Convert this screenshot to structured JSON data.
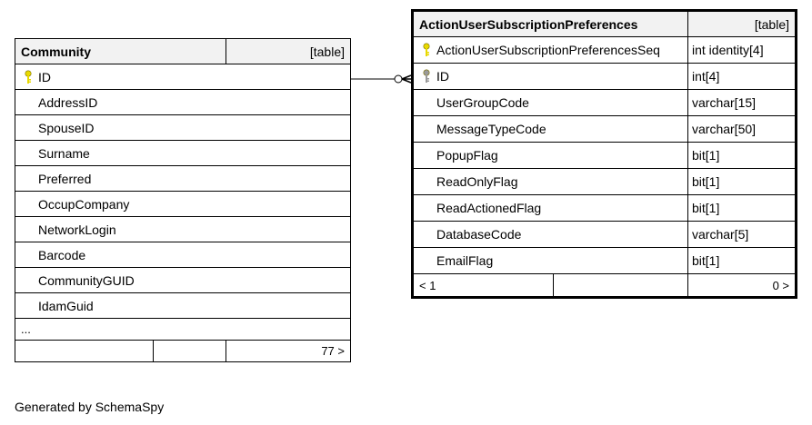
{
  "community": {
    "name": "Community",
    "tag": "[table]",
    "rows": [
      {
        "label": "ID",
        "key": "primary"
      },
      {
        "label": "AddressID",
        "key": "none"
      },
      {
        "label": "SpouseID",
        "key": "none"
      },
      {
        "label": "Surname",
        "key": "none"
      },
      {
        "label": "Preferred",
        "key": "none"
      },
      {
        "label": "OccupCompany",
        "key": "none"
      },
      {
        "label": "NetworkLogin",
        "key": "none"
      },
      {
        "label": "Barcode",
        "key": "none"
      },
      {
        "label": "CommunityGUID",
        "key": "none"
      },
      {
        "label": "IdamGuid",
        "key": "none"
      }
    ],
    "ellipsis": "...",
    "footer_right": "77 >"
  },
  "prefs": {
    "name": "ActionUserSubscriptionPreferences",
    "tag": "[table]",
    "rows": [
      {
        "label": "ActionUserSubscriptionPreferencesSeq",
        "type": "int identity[4]",
        "key": "primary"
      },
      {
        "label": "ID",
        "type": "int[4]",
        "key": "foreign"
      },
      {
        "label": "UserGroupCode",
        "type": "varchar[15]",
        "key": "none"
      },
      {
        "label": "MessageTypeCode",
        "type": "varchar[50]",
        "key": "none"
      },
      {
        "label": "PopupFlag",
        "type": "bit[1]",
        "key": "none"
      },
      {
        "label": "ReadOnlyFlag",
        "type": "bit[1]",
        "key": "none"
      },
      {
        "label": "ReadActionedFlag",
        "type": "bit[1]",
        "key": "none"
      },
      {
        "label": "DatabaseCode",
        "type": "varchar[5]",
        "key": "none"
      },
      {
        "label": "EmailFlag",
        "type": "bit[1]",
        "key": "none"
      }
    ],
    "footer_left": "< 1",
    "footer_right": "0 >"
  },
  "generated_by": "Generated by SchemaSpy",
  "colors": {
    "primary_key": "#e8d900",
    "foreign_key": "#9a9a9a",
    "header_bg": "#f2f2f2"
  }
}
